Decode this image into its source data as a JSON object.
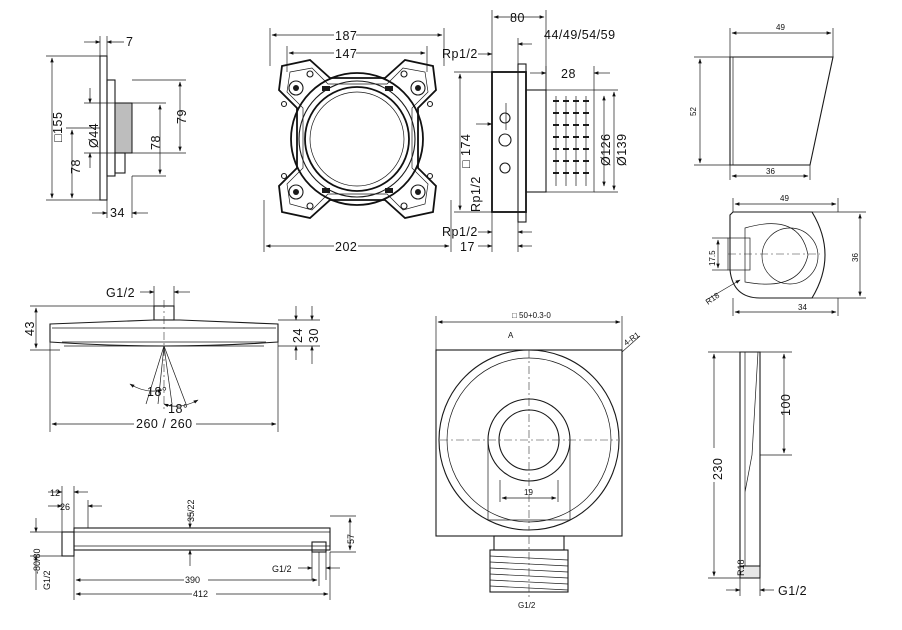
{
  "view_trim": {
    "d_7": "7",
    "d_155": "□155",
    "d_44": "Ø44",
    "d_78a": "78",
    "d_78b": "78",
    "d_79": "79",
    "d_34": "34"
  },
  "view_frame": {
    "d_187": "187",
    "d_147": "147",
    "d_202": "202"
  },
  "view_body_side": {
    "d_80": "80",
    "d_rp_top": "Rp1/2",
    "d_44_59": "44/49/54/59",
    "d_28": "28",
    "d_174": "□ 174",
    "d_126": "Ø126",
    "d_139": "Ø139",
    "d_rp_mid": "Rp1/2",
    "d_rp_bot": "Rp1/2",
    "d_17": "17"
  },
  "view_holder_side": {
    "d_49": "49",
    "d_52": "52",
    "d_36": "36"
  },
  "view_holder_top": {
    "d_49": "49",
    "d_36": "36",
    "d_17_5": "17.5",
    "d_r18": "R18",
    "d_34": "34"
  },
  "view_showerhead": {
    "d_g12": "G1/2",
    "d_43": "43",
    "d_24": "24",
    "d_30": "30",
    "d_18a": "18°",
    "d_18b": "18°",
    "d_260": "260 / 260"
  },
  "view_elbow": {
    "d_50": "□ 50+0.3-0",
    "d_4r1": "4-R1",
    "d_a": "A",
    "d_19": "19",
    "d_g12": "G1/2"
  },
  "view_handshower": {
    "d_230": "230",
    "d_100": "100",
    "d_r18": "R18",
    "d_g12": "G1/2"
  },
  "view_arm": {
    "d_12": "12",
    "d_26": "26",
    "d_35_22": "35/22",
    "d_80_80": "-80/80",
    "d_g12_left": "G1/2",
    "d_g12_right": "G1/2",
    "d_57": "57",
    "d_390": "390",
    "d_412": "412"
  }
}
